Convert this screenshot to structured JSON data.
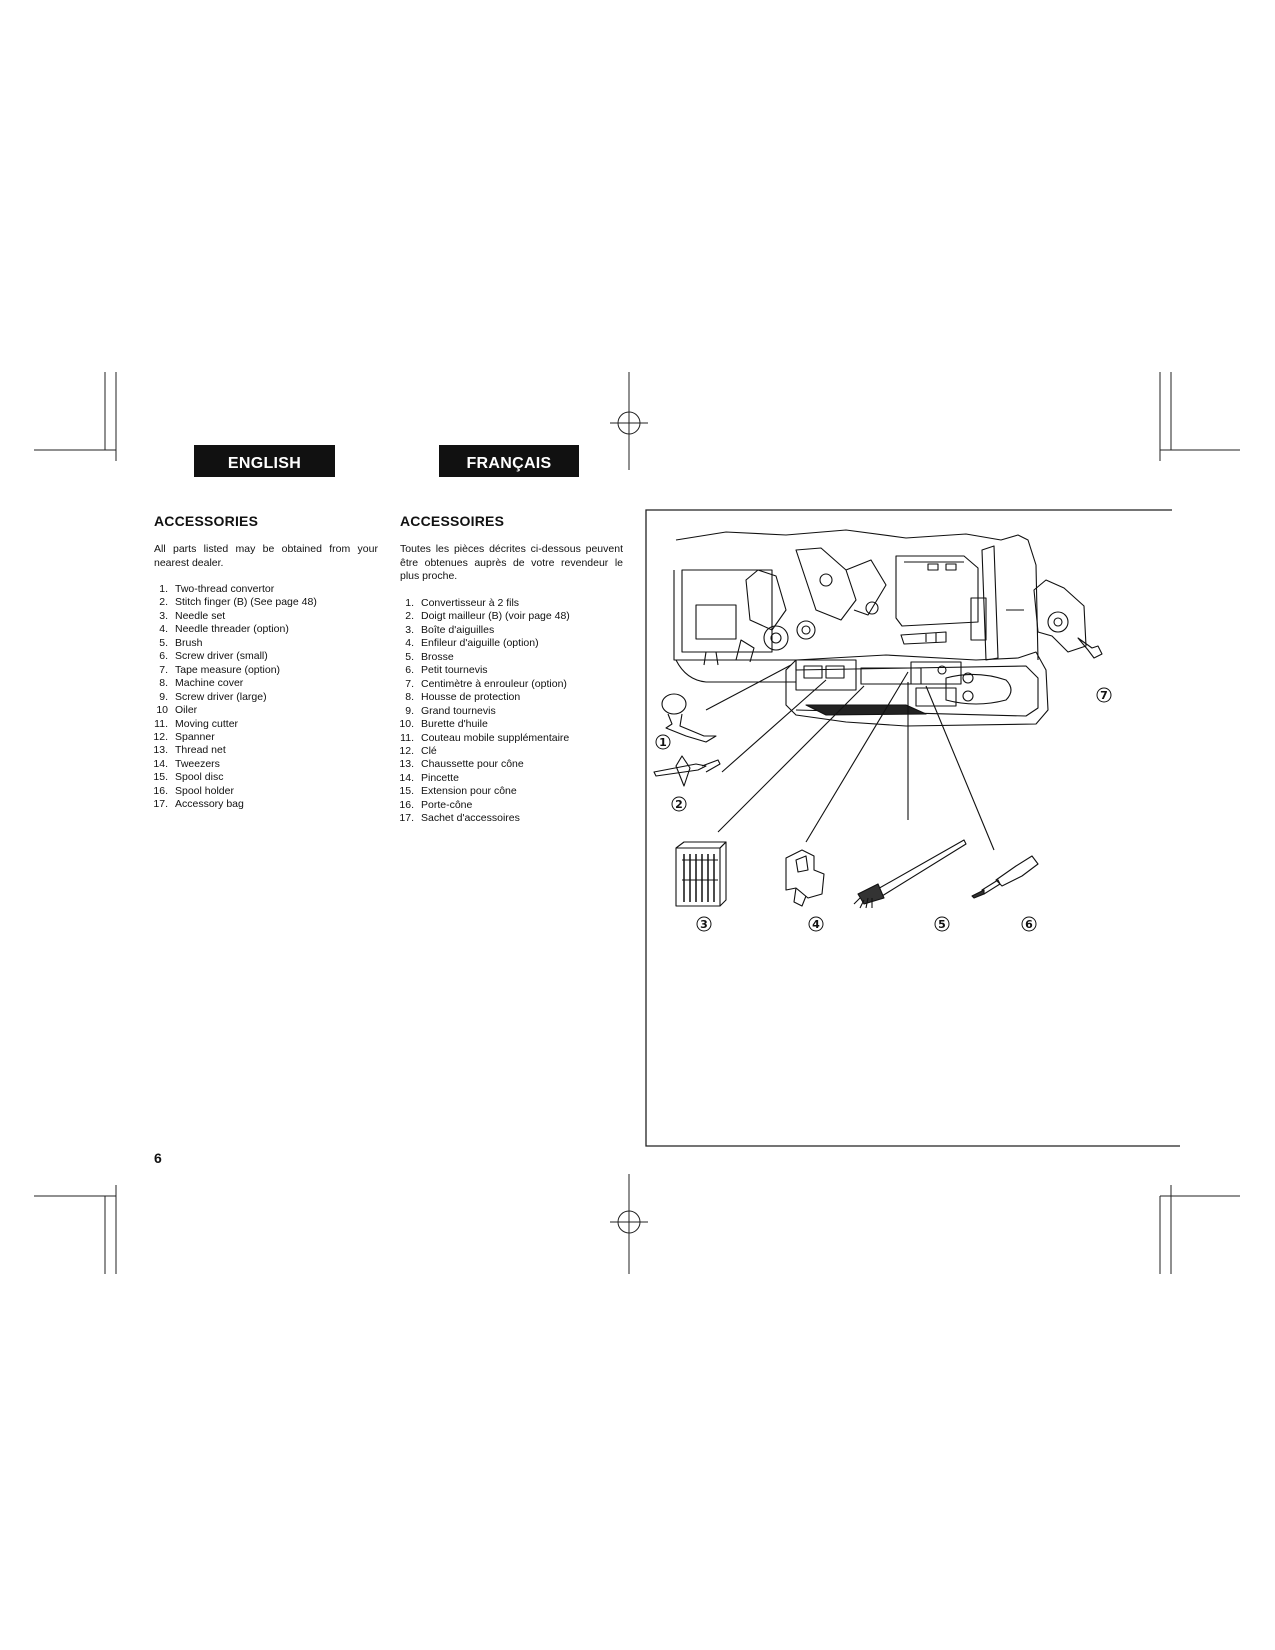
{
  "tabs": {
    "english": "ENGLISH",
    "francais": "FRANÇAIS"
  },
  "english": {
    "heading": "ACCESSORIES",
    "intro": "All parts listed may be obtained from your nearest dealer.",
    "items": [
      {
        "num": "1.",
        "text": "Two-thread convertor"
      },
      {
        "num": "2.",
        "text": "Stitch finger (B) (See page 48)"
      },
      {
        "num": "3.",
        "text": "Needle set"
      },
      {
        "num": "4.",
        "text": "Needle threader (option)"
      },
      {
        "num": "5.",
        "text": "Brush"
      },
      {
        "num": "6.",
        "text": "Screw driver (small)"
      },
      {
        "num": "7.",
        "text": "Tape measure (option)"
      },
      {
        "num": "8.",
        "text": "Machine cover"
      },
      {
        "num": "9.",
        "text": "Screw driver (large)"
      },
      {
        "num": "10",
        "text": "Oiler"
      },
      {
        "num": "11.",
        "text": "Moving cutter"
      },
      {
        "num": "12.",
        "text": "Spanner"
      },
      {
        "num": "13.",
        "text": "Thread net"
      },
      {
        "num": "14.",
        "text": "Tweezers"
      },
      {
        "num": "15.",
        "text": "Spool disc"
      },
      {
        "num": "16.",
        "text": "Spool holder"
      },
      {
        "num": "17.",
        "text": "Accessory bag"
      }
    ]
  },
  "francais": {
    "heading": "ACCESSOIRES",
    "intro": "Toutes les pièces décrites ci-dessous peuvent être obtenues auprès de votre revendeur le plus proche.",
    "items": [
      {
        "num": "1.",
        "text": "Convertisseur à 2 fils"
      },
      {
        "num": "2.",
        "text": "Doigt mailleur (B) (voir page 48)"
      },
      {
        "num": "3.",
        "text": "Boîte d'aiguilles"
      },
      {
        "num": "4.",
        "text": "Enfileur d'aiguille (option)"
      },
      {
        "num": "5.",
        "text": "Brosse"
      },
      {
        "num": "6.",
        "text": "Petit tournevis"
      },
      {
        "num": "7.",
        "text": "Centimètre à enrouleur (option)"
      },
      {
        "num": "8.",
        "text": "Housse de protection"
      },
      {
        "num": "9.",
        "text": "Grand tournevis"
      },
      {
        "num": "10.",
        "text": "Burette d'huile"
      },
      {
        "num": "11.",
        "text": "Couteau mobile supplémentaire"
      },
      {
        "num": "12.",
        "text": "Clé"
      },
      {
        "num": "13.",
        "text": "Chaussette pour cône"
      },
      {
        "num": "14.",
        "text": "Pincette"
      },
      {
        "num": "15.",
        "text": "Extension pour cône"
      },
      {
        "num": "16.",
        "text": "Porte-cône"
      },
      {
        "num": "17.",
        "text": "Sachet d'accessoires"
      }
    ]
  },
  "figure_callouts": [
    "1",
    "2",
    "3",
    "4",
    "5",
    "6",
    "7"
  ],
  "page_number": "6"
}
